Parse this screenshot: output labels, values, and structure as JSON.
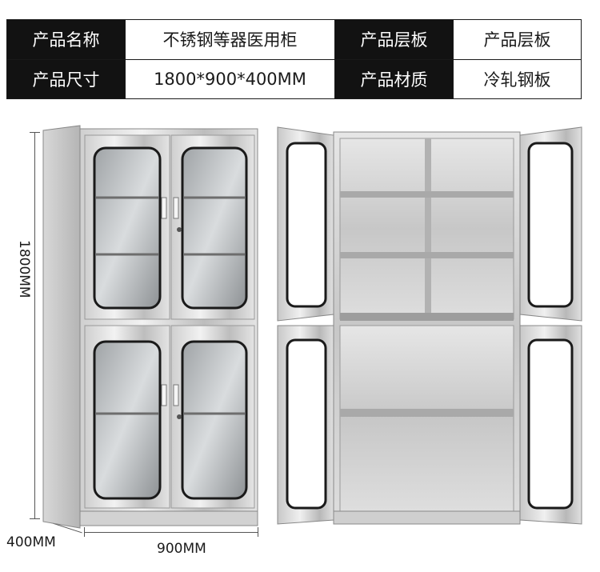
{
  "specs": [
    {
      "label": "产品名称",
      "value": "不锈钢等器医用柜"
    },
    {
      "label": "产品层板",
      "value": "产品层板"
    },
    {
      "label": "产品尺寸",
      "value": "1800*900*400MM"
    },
    {
      "label": "产品材质",
      "value": "冷轧钢板"
    }
  ],
  "dimensions": {
    "height": "1800MM",
    "depth": "400MM",
    "width": "900MM"
  },
  "colors": {
    "label_bg": "#121212",
    "steel_light": "#e8e8e8",
    "steel_dark": "#9a9a9a"
  }
}
